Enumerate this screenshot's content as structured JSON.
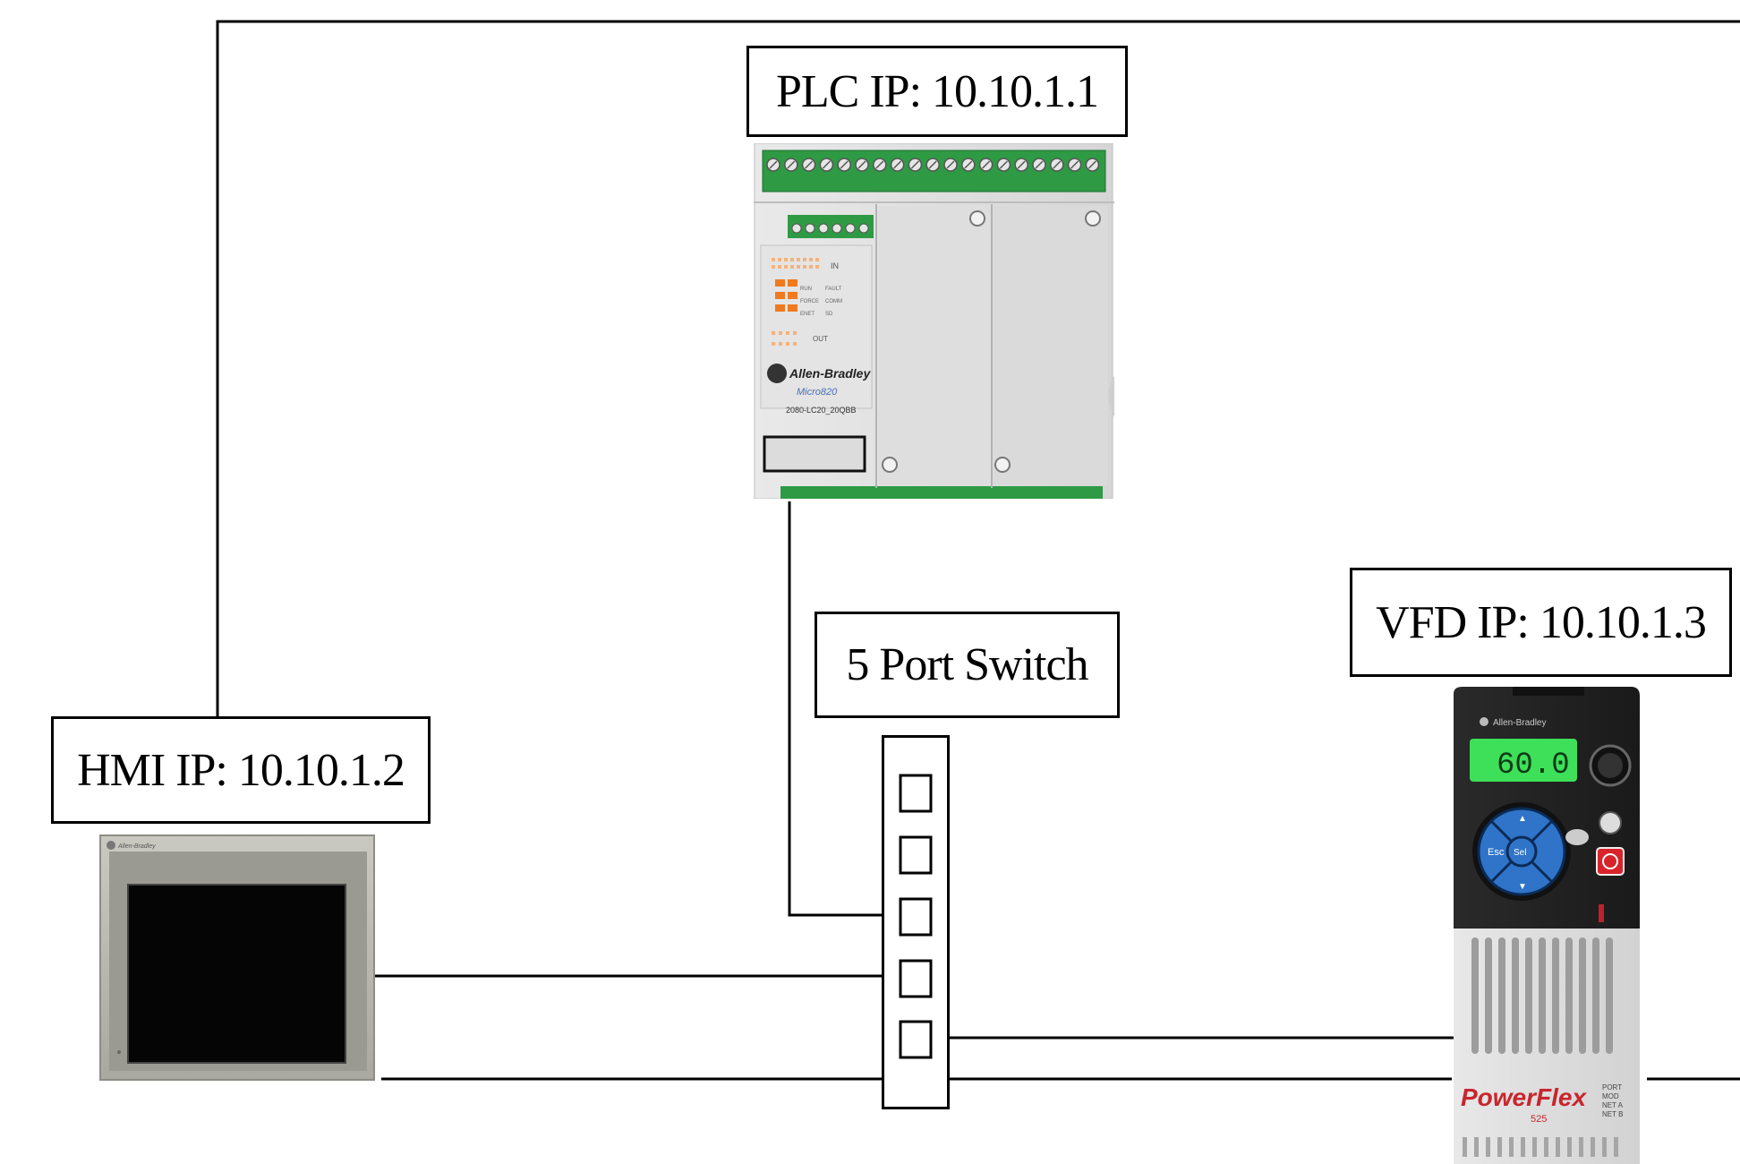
{
  "labels": {
    "plc": "PLC IP: 10.10.1.1",
    "hmi": "HMI IP: 10.10.1.2",
    "vfd": "VFD IP: 10.10.1.3",
    "switch": "5 Port Switch"
  },
  "plc_device": {
    "brand": "Allen-Bradley",
    "model": "Micro820",
    "catalog": "2080-LC20_20QBB",
    "status_labels": [
      "RUN",
      "FAULT",
      "FORCE",
      "COMM",
      "ENET",
      "SD"
    ],
    "in_label": "IN",
    "out_label": "OUT"
  },
  "hmi_device": {
    "brand": "Allen-Bradley"
  },
  "vfd_device": {
    "brand": "Allen-Bradley",
    "display_value": "60.0",
    "logo": "PowerFlex",
    "model": "525",
    "buttons": [
      "Esc",
      "Sel"
    ],
    "status_labels": [
      "PORT",
      "MOD",
      "NET A",
      "NET B"
    ]
  },
  "switch_device": {
    "port_count": 5
  },
  "colors": {
    "line": "#000000",
    "terminal_green": "#2e9a44",
    "led_orange": "#f07a1e",
    "keypad_blue": "#2f74c8",
    "lcd_green": "#3ee05a",
    "stop_red": "#d8232a"
  }
}
